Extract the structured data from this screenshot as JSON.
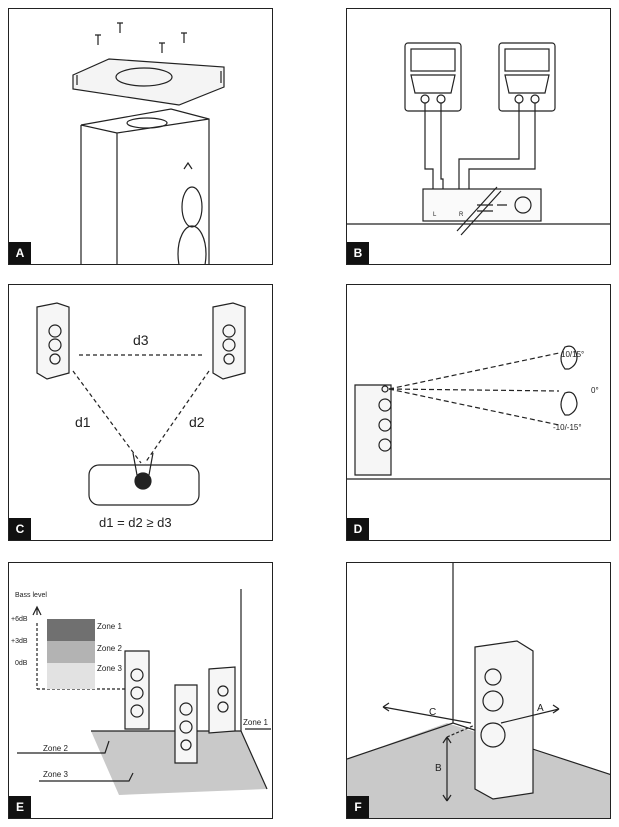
{
  "panels": {
    "a": {
      "letter": "A"
    },
    "b": {
      "letter": "B",
      "terminal_left": "L",
      "terminal_right": "R"
    },
    "c": {
      "letter": "C",
      "d1": "d1",
      "d2": "d2",
      "d3": "d3",
      "formula": "d1 = d2 ≥ d3"
    },
    "d": {
      "letter": "D",
      "angle_top": "10/15°",
      "angle_mid": "0°",
      "angle_bottom": "-10/-15°"
    },
    "e": {
      "letter": "E",
      "axis_title": "Bass level",
      "tick_6": "+6dB",
      "tick_3": "+3dB",
      "tick_0": "0dB",
      "zone1": "Zone 1",
      "zone2": "Zone 2",
      "zone3": "Zone 3",
      "zone1_floor": "Zone 1",
      "zone2_floor": "Zone 2",
      "zone3_floor": "Zone 3"
    },
    "f": {
      "letter": "F",
      "dist_a": "A",
      "dist_b": "B",
      "dist_c": "C"
    }
  },
  "colors": {
    "line": "#222222",
    "zone1": "#707070",
    "zone2": "#b3b3b3",
    "zone3": "#e2e2e2",
    "floor": "#c9c9c9"
  }
}
